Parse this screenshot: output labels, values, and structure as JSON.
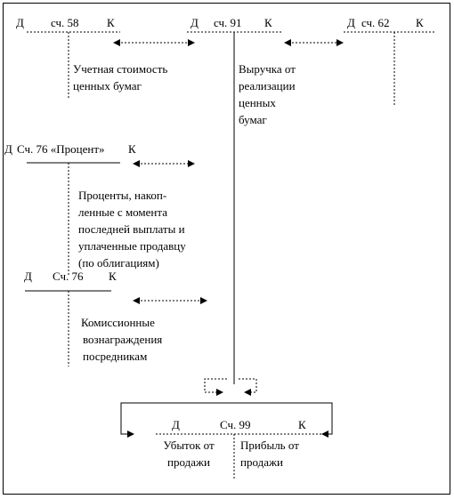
{
  "accounts": {
    "acc58": {
      "debit": "Д",
      "name": "сч. 58",
      "credit": "К"
    },
    "acc91": {
      "debit": "Д",
      "name": "сч. 91",
      "credit": "К"
    },
    "acc62": {
      "debit": "Д",
      "name": "сч. 62",
      "credit": "К"
    },
    "acc76p": {
      "debit": "Д",
      "name": "Сч. 76 «Процент»",
      "credit": "К"
    },
    "acc76": {
      "debit": "Д",
      "name": "Сч. 76",
      "credit": "К"
    },
    "acc99": {
      "debit": "Д",
      "name": "Сч. 99",
      "credit": "К"
    }
  },
  "entries": {
    "book_value": [
      "Учетная стоимость",
      "ценных бумаг"
    ],
    "sales_revenue": [
      "Выручка от",
      "реализации",
      "ценных",
      "бумаг"
    ],
    "interest": [
      "Проценты, накоп-",
      "ленные с момента",
      "последней выплаты и",
      "уплаченные продавцу",
      "(по облигациям)"
    ],
    "commission": [
      "Комиссионные",
      "вознаграждения",
      "посредникам"
    ],
    "loss": [
      "Убыток от",
      "продажи"
    ],
    "profit": [
      "Прибыль от",
      "продажи"
    ]
  }
}
